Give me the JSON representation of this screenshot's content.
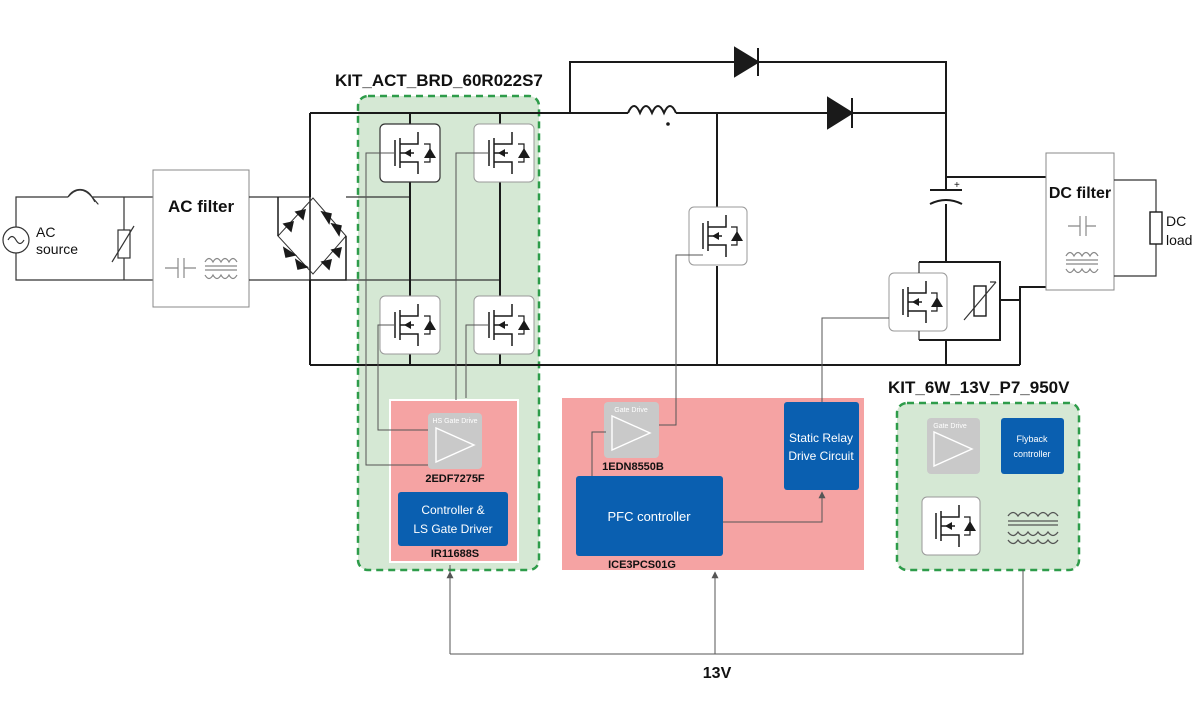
{
  "labels": {
    "ac_source_line1": "AC",
    "ac_source_line2": "source",
    "ac_filter": "AC filter",
    "kit_act_brd": "KIT_ACT_BRD_60R022S7",
    "dc_filter": "DC filter",
    "dc_load_line1": "DC",
    "dc_load_line2": "load",
    "kit_6w": "KIT_6W_13V_P7_950V",
    "hs_gate_drive": "HS Gate Drive",
    "part_2edf": "2EDF7275F",
    "controller_ls_line1": "Controller &",
    "controller_ls_line2": "LS Gate Driver",
    "part_ir": "IR11688S",
    "gate_drive": "Gate Drive",
    "part_1edn": "1EDN8550B",
    "pfc_controller": "PFC controller",
    "part_ice": "ICE3PCS01G",
    "static_relay_line1": "Static Relay",
    "static_relay_line2": "Drive Circuit",
    "gate_drive_kit": "Gate Drive",
    "flyback_line1": "Flyback",
    "flyback_line2": "controller",
    "supply_13v": "13V"
  },
  "colors": {
    "green_fill": "#d5e8d4",
    "green_border": "#2e9c4a",
    "pink_fill": "#f5a3a3",
    "blue_block": "#0a5fb0",
    "gate_gray": "#c9c9c9",
    "wire": "#1a1a1a"
  }
}
